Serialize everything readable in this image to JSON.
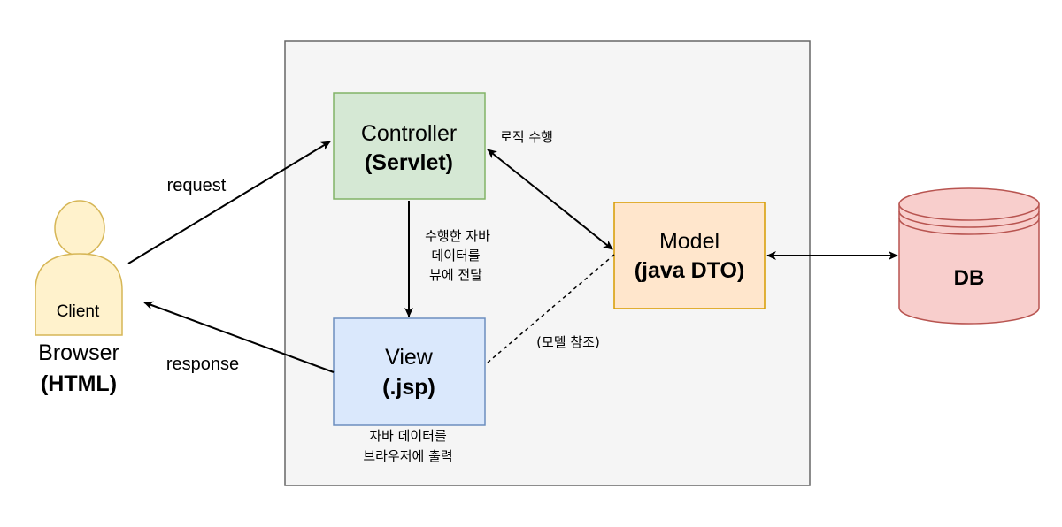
{
  "client": {
    "label": "Client",
    "title": "Browser",
    "subtitle": "(HTML)",
    "icon": "user-icon",
    "fill": "#FFF2CC",
    "stroke": "#D6B656"
  },
  "controller": {
    "title": "Controller",
    "subtitle": "(Servlet)",
    "fill": "#D5E8D4",
    "stroke": "#82B366"
  },
  "view": {
    "title": "View",
    "subtitle": "(.jsp)",
    "note_line1": "자바 데이터를",
    "note_line2": "브라우저에 출력",
    "fill": "#DAE8FC",
    "stroke": "#6C8EBF"
  },
  "model": {
    "title": "Model",
    "subtitle": "(java DTO)",
    "fill": "#FFE6CC",
    "stroke": "#D79B00"
  },
  "db": {
    "label": "DB",
    "icon": "database-icon",
    "fill": "#F8CECC",
    "stroke": "#B85450"
  },
  "container": {
    "fill": "#F5F5F5",
    "stroke": "#666666"
  },
  "edges": {
    "request": "request",
    "response": "response",
    "logic": "로직 수행",
    "transfer_line1": "수행한 자바",
    "transfer_line2": "데이터를",
    "transfer_line3": "뷰에 전달",
    "model_ref": "(모델 참조)"
  }
}
